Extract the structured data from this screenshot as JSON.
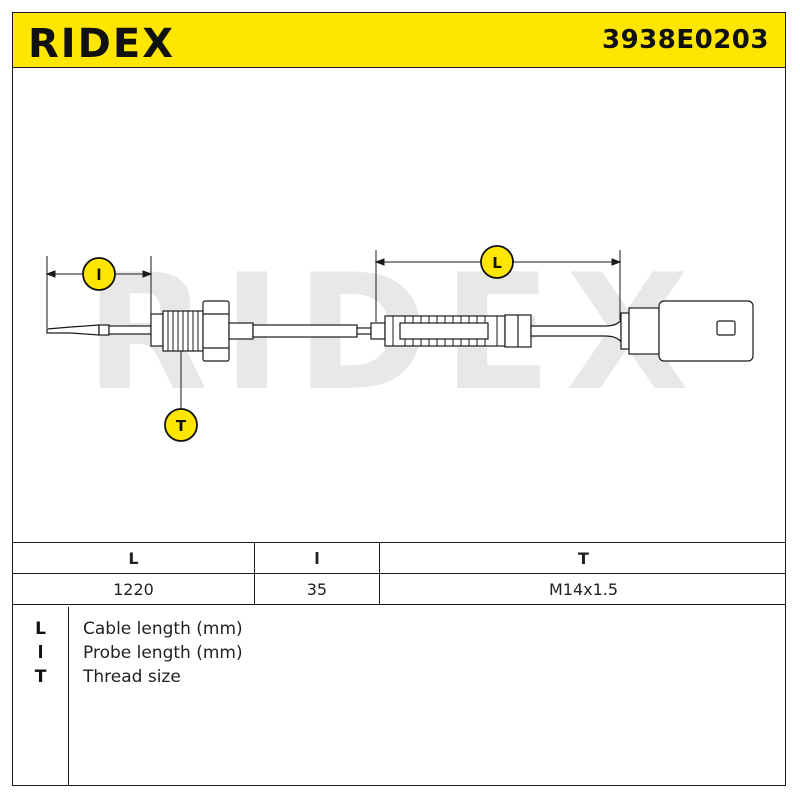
{
  "header": {
    "brand": "RIDEX",
    "part_number": "3938E0203"
  },
  "drawing": {
    "watermark": "RIDEX",
    "callouts": [
      {
        "id": "l",
        "label": "l"
      },
      {
        "id": "L",
        "label": "L"
      },
      {
        "id": "T",
        "label": "T"
      }
    ]
  },
  "specs": {
    "columns": [
      "L",
      "l",
      "T"
    ],
    "values": [
      "1220",
      "35",
      "M14x1.5"
    ]
  },
  "legend": {
    "items": [
      {
        "letter": "L",
        "text": "Cable length (mm)"
      },
      {
        "letter": "l",
        "text": "Probe length (mm)"
      },
      {
        "letter": "T",
        "text": "Thread size"
      }
    ]
  },
  "colors": {
    "brand_yellow": "#ffe600",
    "line": "#1a1a1a",
    "watermark": "#e8e8e8"
  }
}
